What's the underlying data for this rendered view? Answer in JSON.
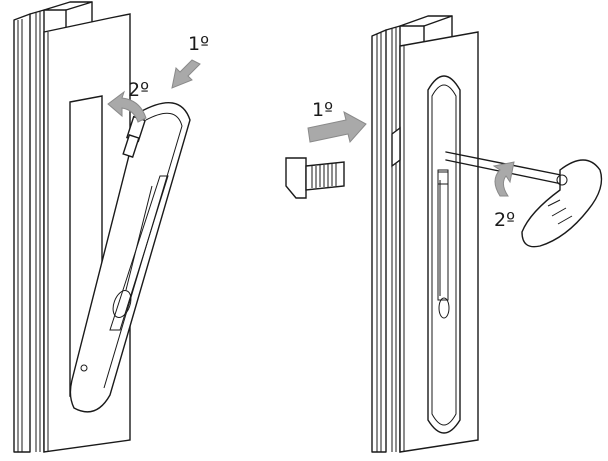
{
  "left_panel": {
    "step1_label": "1º",
    "step2_label": "2º"
  },
  "right_panel": {
    "step1_label": "1º",
    "step2_label": "2º"
  },
  "colors": {
    "line": "#1a1a1a",
    "arrow_fill": "#a9a9a9"
  }
}
